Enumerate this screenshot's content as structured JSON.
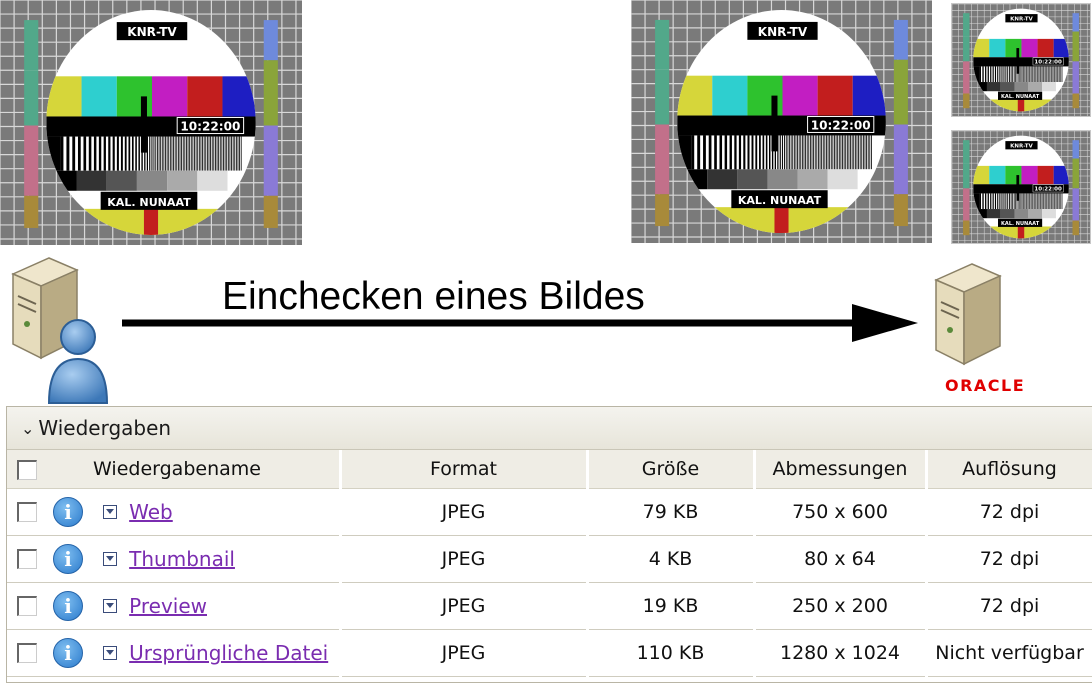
{
  "testcard": {
    "top_label": "KNR-TV",
    "clock": "10:22:00",
    "bottom_label": "KAL. NUNAAT"
  },
  "diagram": {
    "action_label": "Einchecken eines Bildes",
    "server_brand": "ORACLE"
  },
  "icons": {
    "server": "server-icon",
    "user": "user-icon",
    "info": "info-icon",
    "menu": "dropdown-menu-icon",
    "chevron": "chevron-down-icon"
  },
  "panel": {
    "title": "Wiedergaben",
    "columns": [
      "Wiedergabename",
      "Format",
      "Größe",
      "Abmessungen",
      "Auflösung"
    ],
    "rows": [
      {
        "name": "Web",
        "format": "JPEG",
        "size": "79 KB",
        "dimensions": "750 x 600",
        "resolution": "72 dpi"
      },
      {
        "name": "Thumbnail",
        "format": "JPEG",
        "size": "4 KB",
        "dimensions": "80 x 64",
        "resolution": "72 dpi"
      },
      {
        "name": "Preview",
        "format": "JPEG",
        "size": "19 KB",
        "dimensions": "250 x 200",
        "resolution": "72 dpi"
      },
      {
        "name": "Ursprüngliche Datei",
        "format": "JPEG",
        "size": "110 KB",
        "dimensions": "1280 x 1024",
        "resolution": "Nicht verfügbar"
      }
    ]
  },
  "colors": {
    "link": "#7a2cb0",
    "oracle_red": "#e00000",
    "header_bg": "#efede5"
  }
}
